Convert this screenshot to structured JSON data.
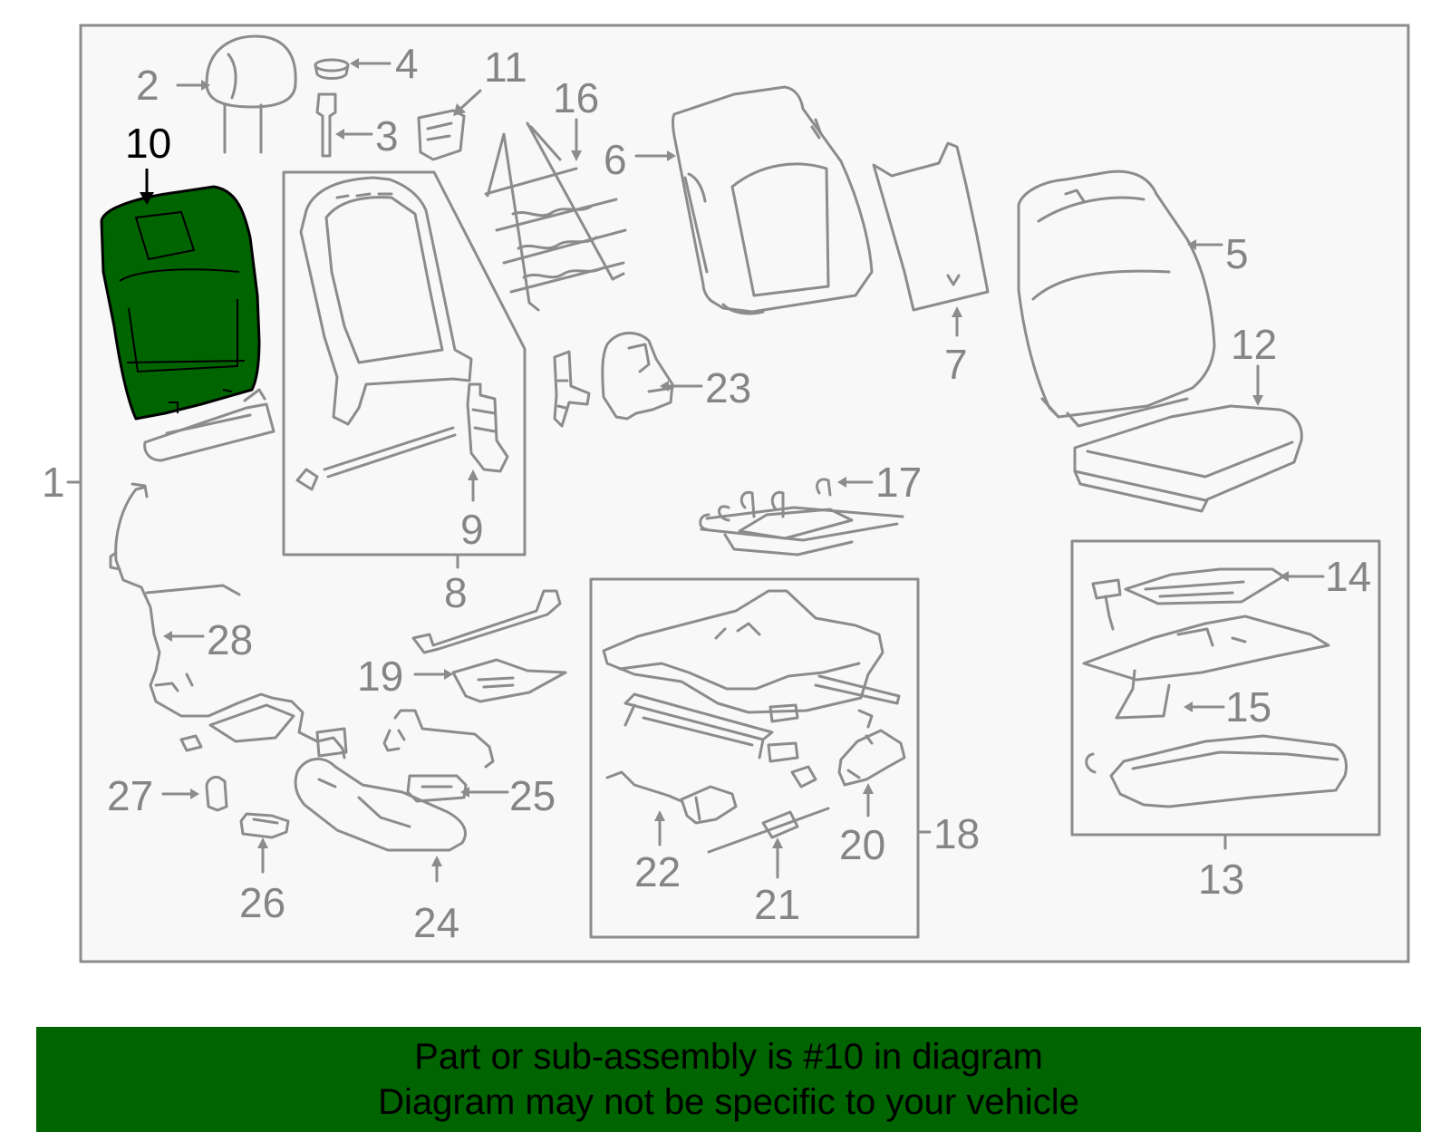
{
  "colors": {
    "background": "#ffffff",
    "panel": "#f8f8f8",
    "line": "#8c8c8c",
    "label": "#858585",
    "highlight_fill": "#006400",
    "highlight_label": "#000000",
    "caption_background": "#006400",
    "caption_text": "#000000"
  },
  "highlighted_part": "10",
  "labels": {
    "p1": "1",
    "p2": "2",
    "p3": "3",
    "p4": "4",
    "p5": "5",
    "p6": "6",
    "p7": "7",
    "p8": "8",
    "p9": "9",
    "p10": "10",
    "p11": "11",
    "p12": "12",
    "p13": "13",
    "p14": "14",
    "p15": "15",
    "p16": "16",
    "p17": "17",
    "p18": "18",
    "p19": "19",
    "p20": "20",
    "p21": "21",
    "p22": "22",
    "p23": "23",
    "p24": "24",
    "p25": "25",
    "p26": "26",
    "p27": "27",
    "p28": "28"
  },
  "caption": {
    "line1": "Part or sub-assembly is #10 in diagram",
    "line2": "Diagram may not be specific to your vehicle"
  }
}
